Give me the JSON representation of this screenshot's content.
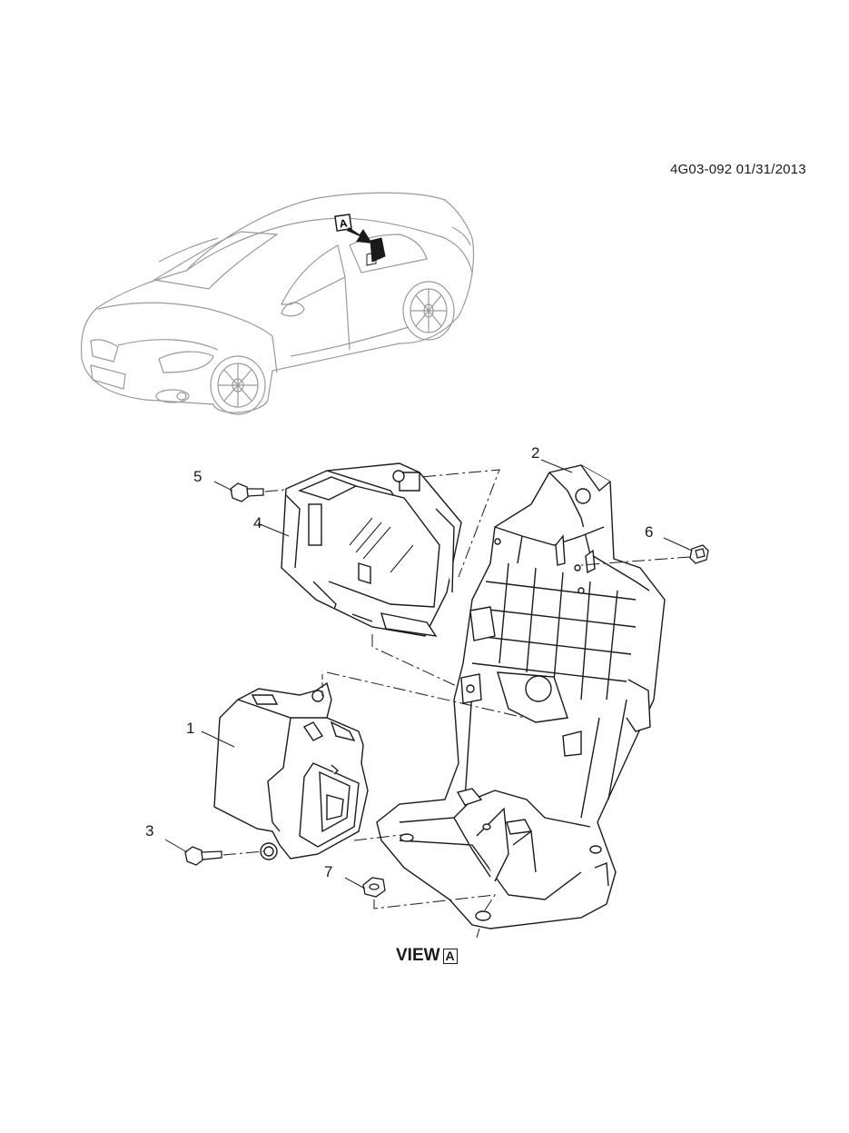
{
  "header": {
    "doc_ref": "4G03-092 01/31/2013"
  },
  "view": {
    "word": "VIEW",
    "letter": "A"
  },
  "car_marker": {
    "letter": "A"
  },
  "callouts": [
    {
      "number": "1"
    },
    {
      "number": "2"
    },
    {
      "number": "3"
    },
    {
      "number": "4"
    },
    {
      "number": "5"
    },
    {
      "number": "6"
    },
    {
      "number": "7"
    }
  ],
  "colors": {
    "line": "#1a1a1a",
    "car_line": "#9a9a9a",
    "background": "#ffffff"
  }
}
